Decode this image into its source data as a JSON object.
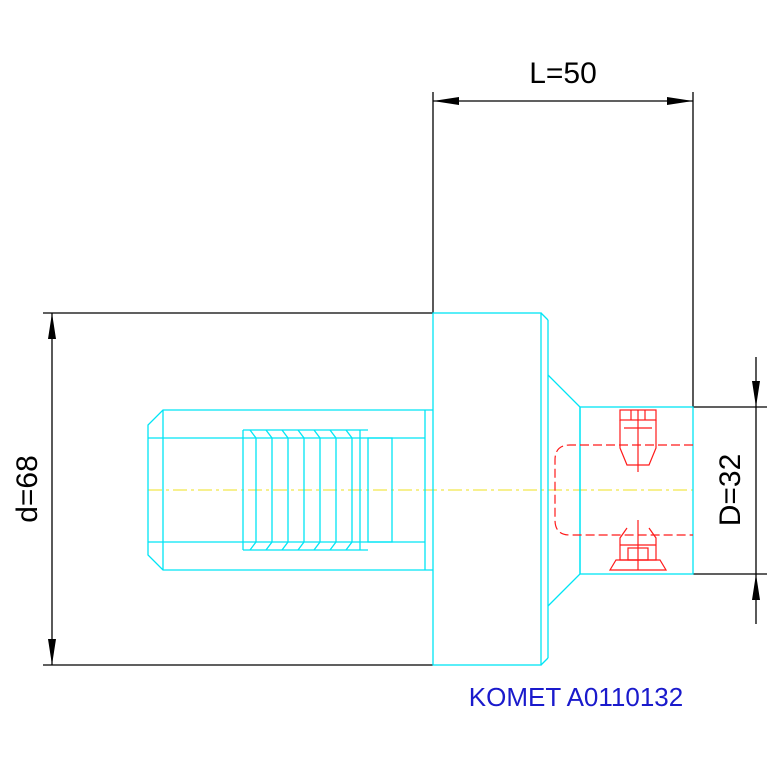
{
  "dimensions": {
    "length_label": "L=50",
    "large_diameter_label": "d=68",
    "small_diameter_label": "D=32"
  },
  "caption": {
    "text": "KOMET A0110132",
    "color": "#1a1acc"
  },
  "colors": {
    "outline": "#00e5f5",
    "screws": "#ff1a1a",
    "dimension_lines": "#000000",
    "centerline": "#f2e64a"
  }
}
